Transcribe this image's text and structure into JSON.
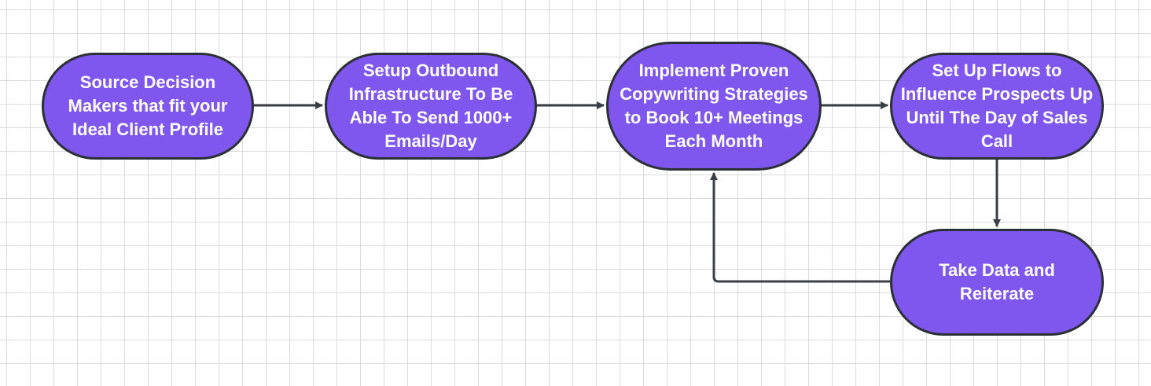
{
  "diagram": {
    "colors": {
      "node_fill": "#7f56ee",
      "node_border": "#2b2f36",
      "node_text": "#ffffff",
      "connector": "#3a3f47",
      "grid": "#dcdcdc"
    },
    "nodes": [
      {
        "id": "source-decision-makers",
        "label": "Source Decision Makers that fit your Ideal Client Profile"
      },
      {
        "id": "setup-outbound-infrastructure",
        "label": "Setup Outbound Infrastructure To Be Able To Send 1000+ Emails/Day"
      },
      {
        "id": "implement-copywriting-strategies",
        "label": "Implement Proven Copywriting Strategies to Book 10+ Meetings Each Month"
      },
      {
        "id": "set-up-flows",
        "label": "Set Up Flows to Influence Prospects Up Until The Day of Sales Call"
      },
      {
        "id": "take-data-reiterate",
        "label": "Take Data and Reiterate"
      }
    ],
    "edges": [
      {
        "from": "source-decision-makers",
        "to": "setup-outbound-infrastructure"
      },
      {
        "from": "setup-outbound-infrastructure",
        "to": "implement-copywriting-strategies"
      },
      {
        "from": "implement-copywriting-strategies",
        "to": "set-up-flows"
      },
      {
        "from": "set-up-flows",
        "to": "take-data-reiterate"
      },
      {
        "from": "take-data-reiterate",
        "to": "implement-copywriting-strategies"
      }
    ]
  }
}
